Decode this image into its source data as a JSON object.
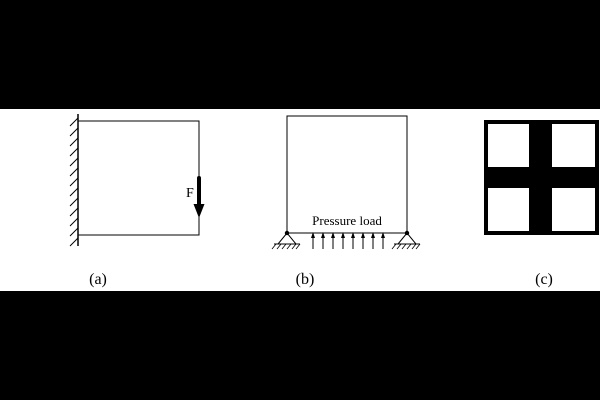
{
  "figures": {
    "a": {
      "caption": "(a)",
      "force_label": "F"
    },
    "b": {
      "caption": "(b)",
      "load_label": "Pressure load"
    },
    "c": {
      "caption": "(c)"
    }
  },
  "colors": {
    "background": "#000000",
    "panel": "#ffffff",
    "stroke": "#000000"
  }
}
